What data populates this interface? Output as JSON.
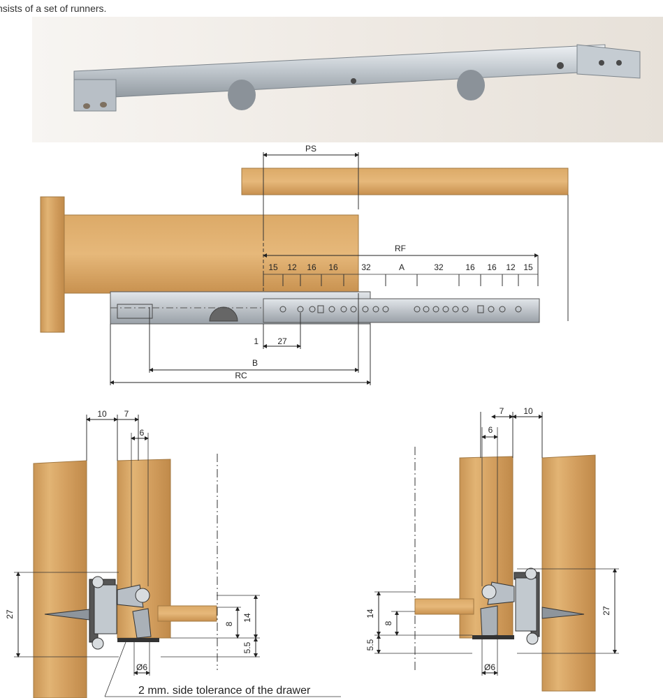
{
  "intro_text": "nsists of a set of runners.",
  "top_view": {
    "label_ps": "PS",
    "label_rf": "RF",
    "label_b": "B",
    "label_rc": "RC",
    "rf_segments": [
      "15",
      "12",
      "16",
      "16",
      "32",
      "A",
      "32",
      "16",
      "16",
      "12",
      "15"
    ],
    "dim_1": "1",
    "dim_27": "27"
  },
  "left_section": {
    "dim_10": "10",
    "dim_7": "7",
    "dim_6": "6",
    "dim_27": "27",
    "dim_14": "14",
    "dim_8": "8",
    "dim_5_5": "5.5",
    "dim_d6": "Ø6",
    "tolerance_note": "2 mm. side tolerance of the drawer"
  },
  "right_section": {
    "dim_7": "7",
    "dim_10": "10",
    "dim_6": "6",
    "dim_27": "27",
    "dim_14": "14",
    "dim_8": "8",
    "dim_5_5": "5.5",
    "dim_d6": "Ø6"
  },
  "colors": {
    "wood": "#d9a865",
    "wood_dark": "#c38e4c",
    "metal": "#c7ccd1",
    "metal_dark": "#8e959c",
    "line": "#333333"
  }
}
